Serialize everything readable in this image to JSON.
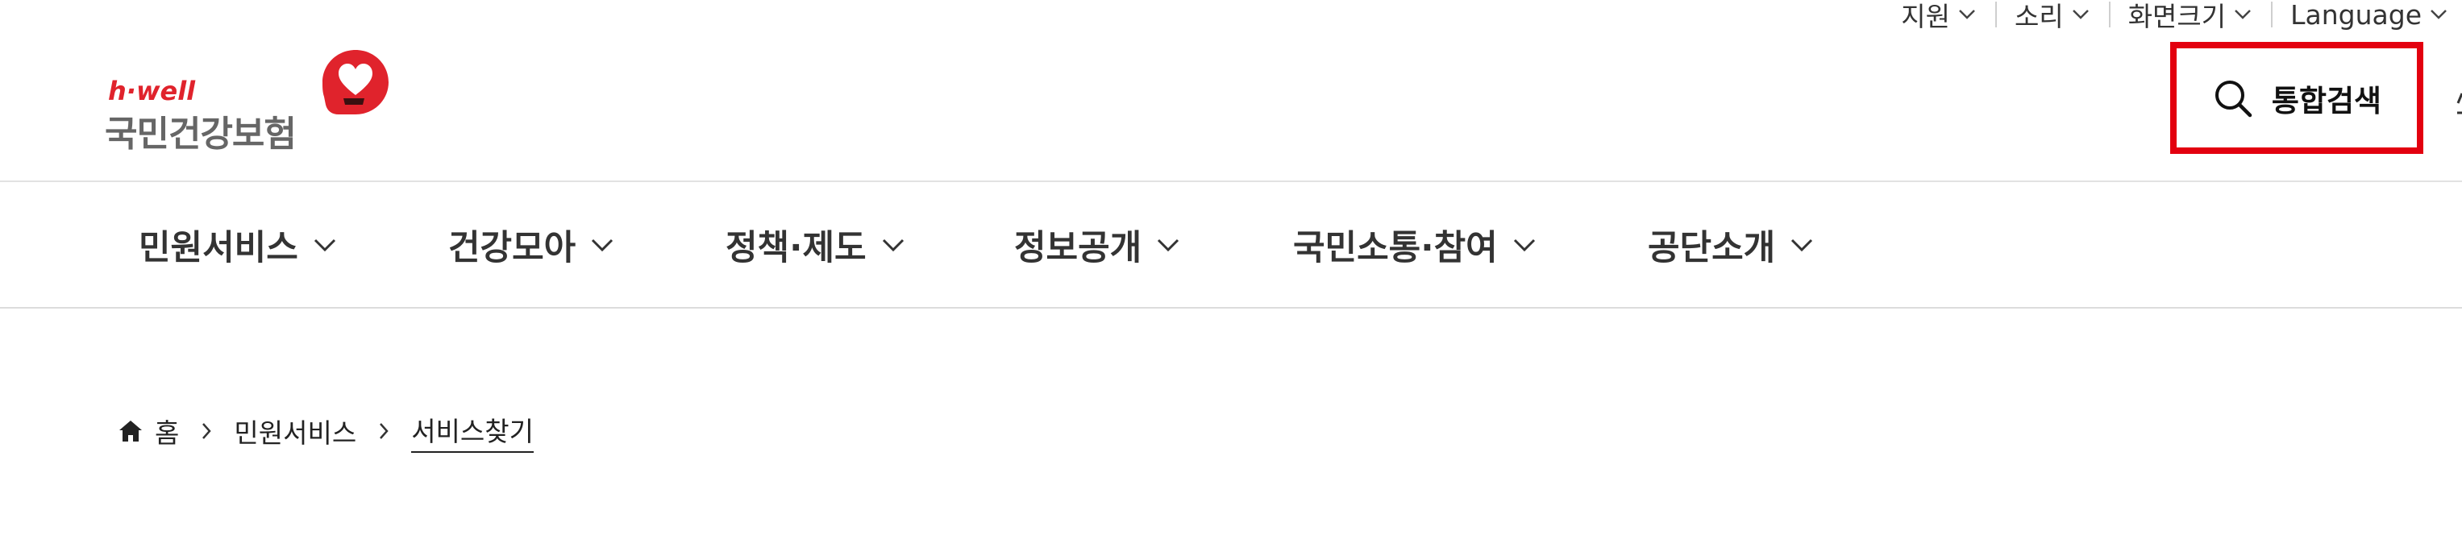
{
  "utility": {
    "items": [
      {
        "label": "지원"
      },
      {
        "label": "소리"
      },
      {
        "label": "화면크기"
      },
      {
        "label": "Language"
      }
    ]
  },
  "logo": {
    "sub": "h·well",
    "main": "국민건강보험",
    "accent_color": "#e0232c",
    "text_color": "#666666"
  },
  "search": {
    "label": "통합검색",
    "icon": "search-icon",
    "highlight_color": "#e3000f"
  },
  "nav": {
    "items": [
      {
        "label": "민원서비스"
      },
      {
        "label": "건강모아"
      },
      {
        "label": "정책·제도"
      },
      {
        "label": "정보공개"
      },
      {
        "label": "국민소통·참여"
      },
      {
        "label": "공단소개"
      }
    ]
  },
  "breadcrumb": {
    "home": "홈",
    "items": [
      "민원서비스",
      "서비스찾기"
    ]
  }
}
